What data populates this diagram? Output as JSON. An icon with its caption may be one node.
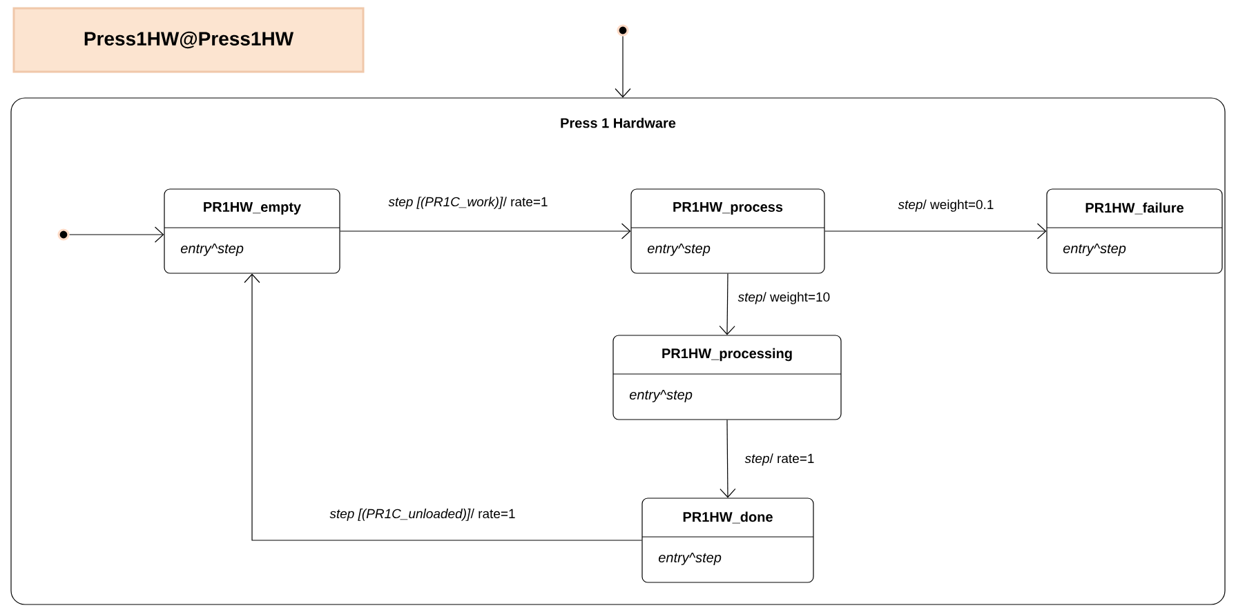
{
  "diagram": {
    "nodes": [
      {
        "text": [
          "Press1HW@Press1HW"
        ]
      },
      {
        "text": [
          "Press 1 Hardware"
        ]
      },
      {
        "text": [],
        "shape": "circle"
      },
      {
        "text": [],
        "shape": "circle",
        "in": 1
      },
      {
        "text": [
          "PR1HW_empty",
          "entry^step"
        ],
        "in": 1
      },
      {
        "text": [
          "PR1HW_process",
          "entry^step"
        ],
        "in": 1
      },
      {
        "text": [
          "PR1HW_failure",
          "entry^step"
        ],
        "in": 1
      },
      {
        "text": [
          "PR1HW_processing",
          "entry^step"
        ],
        "in": 1
      },
      {
        "text": [
          "PR1HW_done",
          "entry^step"
        ],
        "in": 1
      }
    ],
    "edges": [
      {
        "from": 2,
        "to": 1,
        "arrow": "to"
      },
      {
        "from": 3,
        "to": 4,
        "arrow": "to"
      },
      {
        "from": 4,
        "to": 5,
        "arrow": "to",
        "label": "*step [(PR1C_work)]*/ rate=1"
      },
      {
        "from": 5,
        "to": 6,
        "arrow": "to",
        "label": "*step*/ weight=0.1"
      },
      {
        "from": 5,
        "to": 7,
        "arrow": "to",
        "label": "*step*/ weight=10"
      },
      {
        "from": 7,
        "to": 8,
        "arrow": "to",
        "label": "*step*/ rate=1"
      },
      {
        "from": 8,
        "to": 4,
        "arrow": "to",
        "label": "*step [(PR1C_unloaded)]*/ rate=1"
      }
    ]
  }
}
